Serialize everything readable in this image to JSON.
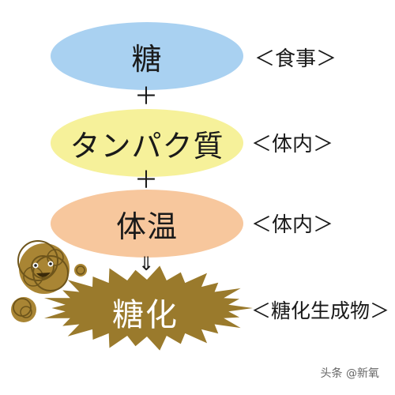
{
  "steps": [
    {
      "label": "糖",
      "source": "＜食事＞",
      "color": "#a9d1f1"
    },
    {
      "label": "タンパク質",
      "source": "＜体内＞",
      "color": "#f6f19a"
    },
    {
      "label": "体温",
      "source": "＜体内＞",
      "color": "#f7c79d"
    }
  ],
  "operators": {
    "plus1": "＋",
    "plus2": "＋",
    "arrow": "⇓"
  },
  "result": {
    "label": "糖化",
    "source": "＜糖化生成物＞",
    "color": "#9a7a2c"
  },
  "watermark": "头条 @新氧"
}
